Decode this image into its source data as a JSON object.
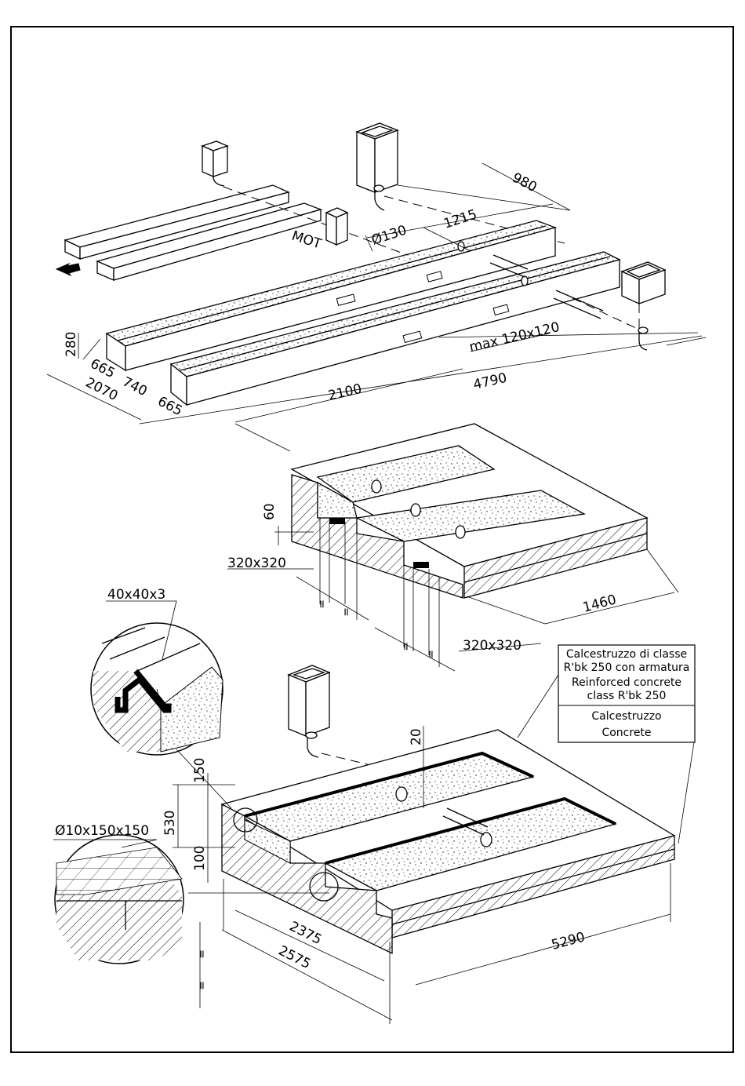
{
  "dimensions_top": {
    "d980": "980",
    "d1215": "1215",
    "d130": "Ø130",
    "mot": "MOT",
    "d280": "280",
    "d665a": "665",
    "d740": "740",
    "d2070": "2070",
    "d665b": "665",
    "d2100": "2100",
    "d4790": "4790",
    "max": "max 120x120"
  },
  "dimensions_middle": {
    "d60": "60",
    "d320a": "320x320",
    "d320b": "320x320",
    "d1460": "1460",
    "eq": "="
  },
  "dimensions_bottom": {
    "angle": "40x40x3",
    "d20": "20",
    "d150": "150",
    "d530": "530",
    "d100": "100",
    "mesh": "Ø10x150x150",
    "d2375": "2375",
    "d2575": "2575",
    "d5290": "5290",
    "eq": "="
  },
  "legend": {
    "line1": "Calcestruzzo di classe",
    "line2": "R'bk 250 con armatura",
    "line3": "Reinforced concrete",
    "line4": "class R'bk 250",
    "line5": "Calcestruzzo",
    "line6": "Concrete"
  }
}
